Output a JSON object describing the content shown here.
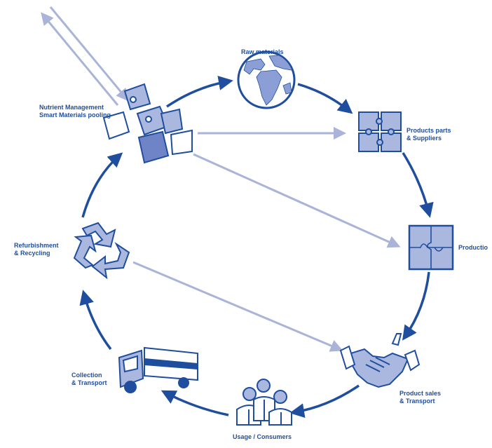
{
  "diagram": {
    "nodes": [
      {
        "id": "raw",
        "label_lines": [
          "Raw materials"
        ],
        "icon": "globe-icon"
      },
      {
        "id": "parts",
        "label_lines": [
          "Products parts",
          "& Suppliers"
        ],
        "icon": "puzzle-small-icon"
      },
      {
        "id": "products",
        "label_lines": [
          "Productio"
        ],
        "icon": "puzzle-large-icon"
      },
      {
        "id": "sales",
        "label_lines": [
          "Product sales",
          "& Transport"
        ],
        "icon": "handshake-icon"
      },
      {
        "id": "usage",
        "label_lines": [
          "Usage / Consumers"
        ],
        "icon": "people-icon"
      },
      {
        "id": "collection",
        "label_lines": [
          "Collection",
          "& Transport"
        ],
        "icon": "truck-icon"
      },
      {
        "id": "recycling",
        "label_lines": [
          "Refurbishment",
          "& Recycling"
        ],
        "icon": "recycle-icon"
      },
      {
        "id": "nutrient",
        "label_lines": [
          "Nutrient Management",
          "Smart Materials pooling"
        ],
        "icon": "scattered-puzzle-icon"
      }
    ],
    "cycle_edges": [
      [
        "nutrient",
        "raw"
      ],
      [
        "raw",
        "parts"
      ],
      [
        "parts",
        "products"
      ],
      [
        "products",
        "sales"
      ],
      [
        "sales",
        "usage"
      ],
      [
        "usage",
        "collection"
      ],
      [
        "collection",
        "recycling"
      ],
      [
        "recycling",
        "nutrient"
      ]
    ],
    "pool_edges": [
      [
        "nutrient",
        "parts"
      ],
      [
        "nutrient",
        "products"
      ],
      [
        "recycling",
        "sales"
      ]
    ],
    "colors": {
      "cycle": "#1f4e9e",
      "pool": "#a9b4d8",
      "icon_fill": "#aab8e0",
      "icon_dark": "#6f83c7",
      "label": "#1f4e9e"
    }
  }
}
